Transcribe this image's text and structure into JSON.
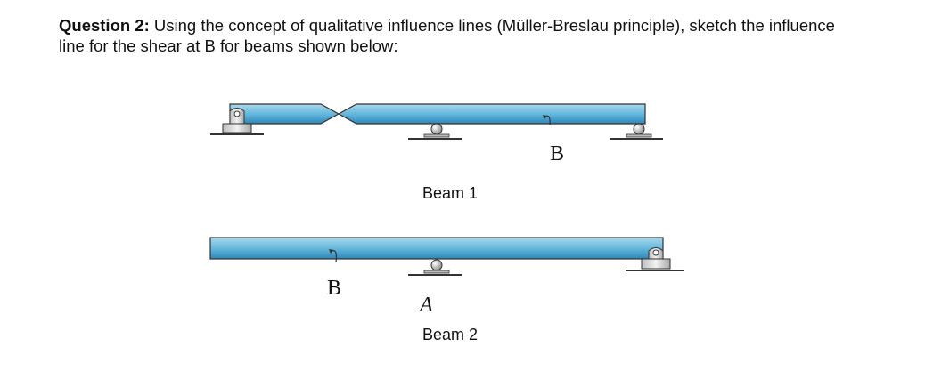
{
  "question": {
    "number_label": "Question 2:",
    "text": " Using the concept of qualitative influence lines (Müller-Breslau principle), sketch the influence line for the shear at B for beams shown below:"
  },
  "beam1": {
    "point_label": "B",
    "caption": "Beam 1"
  },
  "beam2": {
    "point_b_label": "B",
    "point_a_label": "A",
    "caption": "Beam 2"
  },
  "colors": {
    "beam_light": "#a9d8ec",
    "beam_mid": "#5fb4da",
    "beam_dark": "#2f86b6",
    "outline": "#333333",
    "support_gray": "#cfcfcf"
  }
}
